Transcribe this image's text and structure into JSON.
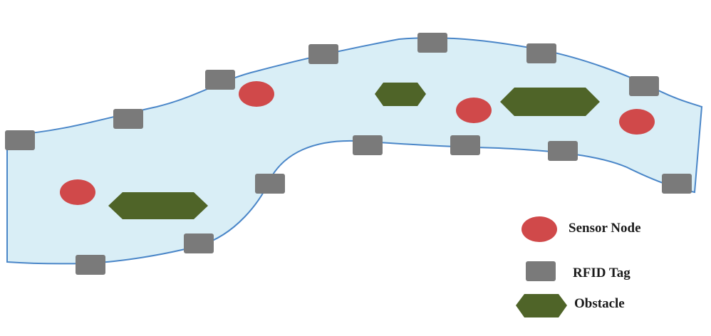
{
  "diagram": {
    "colors": {
      "region_fill": "#d9eef6",
      "region_stroke": "#4a86c8",
      "sensor": "#d0494a",
      "tag": "#7a7a7a",
      "obstacle": "#4f6428"
    }
  },
  "legend": {
    "sensor_label": "Sensor Node",
    "tag_label": "RFID Tag",
    "obstacle_label": "Obstacle"
  }
}
